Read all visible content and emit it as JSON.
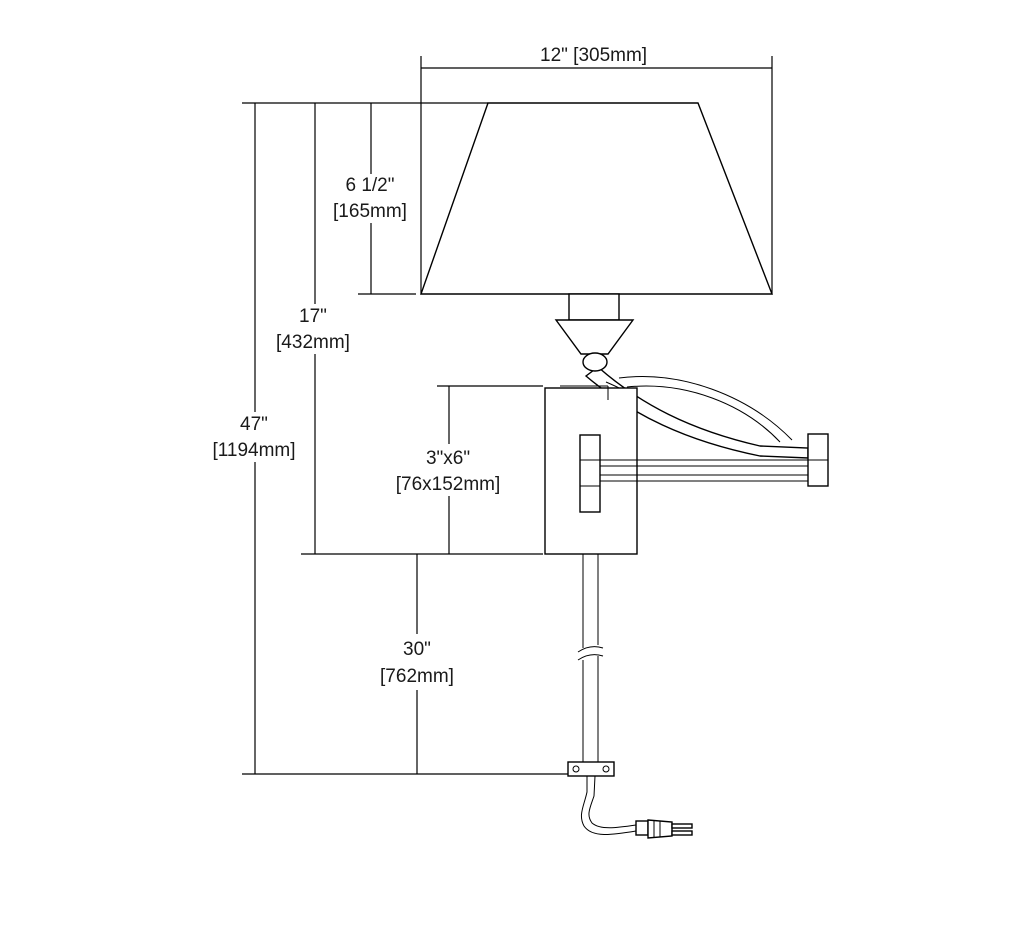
{
  "dimensions": {
    "shade_width": {
      "imperial": "12\"",
      "metric": "[305mm]"
    },
    "shade_height": {
      "imperial": "6 1/2\"",
      "metric": "[165mm]"
    },
    "top_to_backplate": {
      "imperial": "17\"",
      "metric": "[432mm]"
    },
    "overall_height": {
      "imperial": "47\"",
      "metric": "[1194mm]"
    },
    "backplate_size": {
      "imperial": "3\"x6\"",
      "metric": "[76x152mm]"
    },
    "backplate_to_floor": {
      "imperial": "30\"",
      "metric": "[762mm]"
    }
  }
}
